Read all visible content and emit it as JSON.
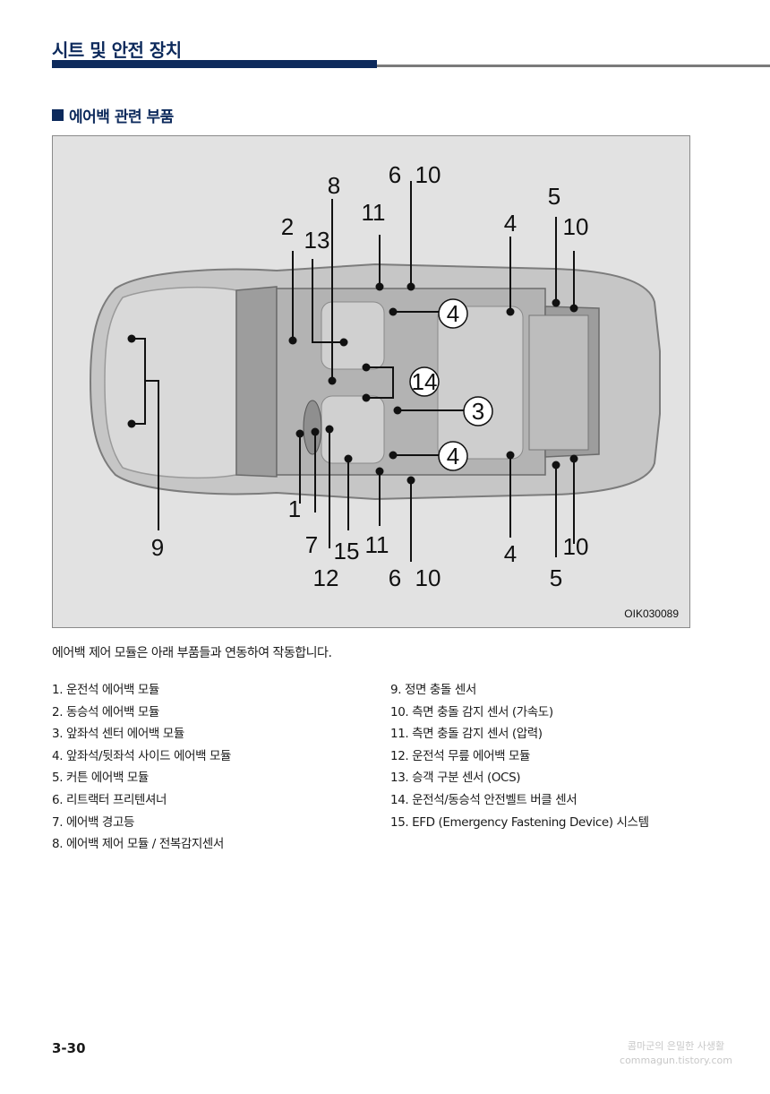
{
  "header": {
    "title": "시트 및 안전 장치"
  },
  "section": {
    "title": "에어백 관련 부품"
  },
  "figure": {
    "code": "OIK030089",
    "callouts": {
      "c1": "1",
      "c2": "2",
      "c3": "3",
      "c4a": "4",
      "c4b": "4",
      "c4c": "4",
      "c4d": "4",
      "c5a": "5",
      "c5b": "5",
      "c6a": "6",
      "c6b": "6",
      "c7": "7",
      "c8": "8",
      "c9": "9",
      "c10a": "10",
      "c10b": "10",
      "c10c": "10",
      "c10d": "10",
      "c11a": "11",
      "c11b": "11",
      "c12": "12",
      "c13": "13",
      "c14": "14",
      "c15": "15"
    }
  },
  "intro": "에어백 제어 모듈은 아래 부품들과 연동하여 작동합니다.",
  "list_left": [
    "1.  운전석 에어백 모듈",
    "2.  동승석 에어백 모듈",
    "3.  앞좌석 센터 에어백 모듈",
    "4.  앞좌석/뒷좌석 사이드 에어백 모듈",
    "5.  커튼 에어백 모듈",
    "6.  리트랙터 프리텐셔너",
    "7.  에어백 경고등",
    "8.  에어백 제어 모듈 / 전복감지센서"
  ],
  "list_right": [
    "9.  정면 충돌 센서",
    "10. 측면 충돌 감지 센서 (가속도)",
    "11. 측면 충돌 감지 센서 (압력)",
    "12. 운전석 무릎 에어백 모듈",
    "13. 승객 구분 센서 (OCS)",
    "14. 운전석/동승석 안전벨트 버클 센서",
    "15. EFD (Emergency Fastening Device) 시스템"
  ],
  "footer": {
    "page_number": "3-30",
    "watermark_line1": "콤마군의 은밀한 사생활",
    "watermark_line2": "commagun.tistory.com"
  },
  "colors": {
    "brand": "#0d2a5c",
    "rule": "#7a7a7a",
    "figure_bg": "#e2e2e2"
  }
}
